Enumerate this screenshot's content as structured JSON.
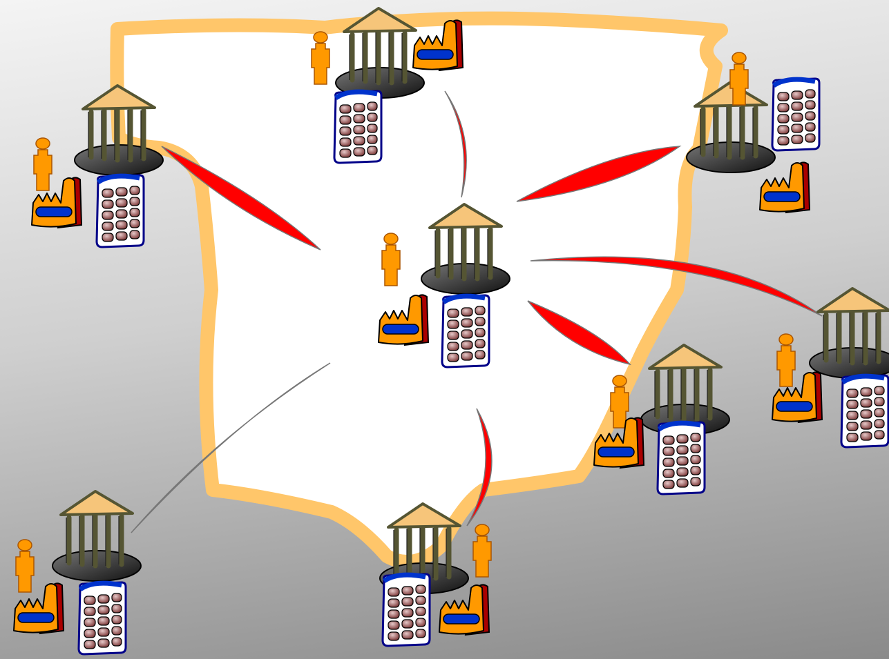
{
  "colors": {
    "background_top": "#f4f4f4",
    "background_bottom": "#8a8a8a",
    "region_fill": "#ffffff",
    "region_border": "#ffc66a",
    "connector": "#ff0000",
    "person": "#ff9900",
    "building_roof": "#f6c57a",
    "building_columns": "#555533",
    "building_base": "#333333",
    "factory": "#ff9900",
    "factory_shadow": "#aa0000",
    "factory_window": "#0033cc",
    "cabinet_body": "#ffffff",
    "cabinet_border": "#000088",
    "cabinet_cells": "#8a4a4a"
  },
  "icons": {
    "person": "person-icon",
    "building": "government-building-icon",
    "factory": "factory-icon",
    "cabinet": "data-storage-icon",
    "connector": "connection-spike-icon",
    "region": "territory-map-shape"
  },
  "hub": {
    "name": "central-hub"
  },
  "nodes": [
    {
      "name": "node-north"
    },
    {
      "name": "node-northeast"
    },
    {
      "name": "node-east"
    },
    {
      "name": "node-southeast"
    },
    {
      "name": "node-south"
    },
    {
      "name": "node-southwest"
    },
    {
      "name": "node-northwest"
    }
  ]
}
